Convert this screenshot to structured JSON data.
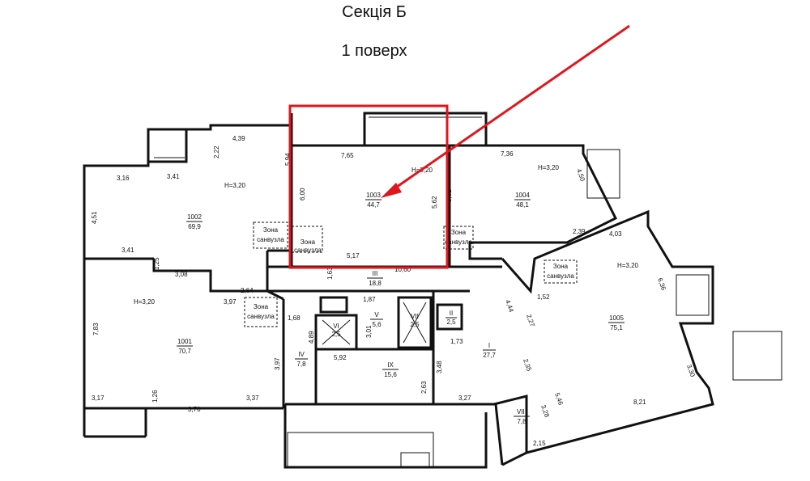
{
  "header": {
    "section": "Секція Б",
    "floor": "1 поверх"
  },
  "colors": {
    "highlight": "#e0161e",
    "line": "#111111"
  },
  "height_label": "H=3,20",
  "zone_label": {
    "line1": "Зона",
    "line2": "санвузла"
  },
  "rooms": [
    {
      "id": "1001",
      "area": "70,7"
    },
    {
      "id": "1002",
      "area": "69,9"
    },
    {
      "id": "1003",
      "area": "44,7"
    },
    {
      "id": "1004",
      "area": "48,1"
    },
    {
      "id": "1005",
      "area": "75,1"
    }
  ],
  "common": [
    {
      "num": "I",
      "area": "27,7"
    },
    {
      "num": "II",
      "area": "2,5"
    },
    {
      "num": "III",
      "area": "18,8"
    },
    {
      "num": "IV",
      "area": "7,8"
    },
    {
      "num": "V",
      "area": "5,6"
    },
    {
      "num": "VI",
      "area": "2,5"
    },
    {
      "num": "VII",
      "area": "2,5"
    },
    {
      "num": "VIII",
      "area": "7,8"
    },
    {
      "num": "IX",
      "area": "15,6"
    }
  ],
  "dims": {
    "d439": "4,39",
    "d222": "2,22",
    "d316": "3,16",
    "d341a": "3,41",
    "d451": "4,51",
    "d341b": "3,41",
    "d125": "1,25",
    "d308": "3,08",
    "d264": "2,64",
    "d397a": "3,97",
    "d783": "7,83",
    "d397b": "3,97",
    "d168": "1,68",
    "d489": "4,89",
    "d317": "3,17",
    "d126": "1,26",
    "d370": "3,70",
    "d337": "3,37",
    "d594": "5,94",
    "d765": "7,65",
    "d600": "6,00",
    "d562": "5,62",
    "d517": "5,17",
    "d1060": "10,60",
    "d163": "1,63",
    "d187": "1,87",
    "d301": "3,01",
    "d592": "5,92",
    "d263": "2,63",
    "d348": "3,48",
    "d173": "1,73",
    "d736": "7,36",
    "d561": "5,61",
    "d450": "4,50",
    "d239": "2,39",
    "d403": "4,03",
    "d152": "1,52",
    "d444": "4,44",
    "d227": "2,27",
    "d235": "2,35",
    "d636": "6,36",
    "d330": "3,30",
    "d327": "3,27",
    "d546": "5,46",
    "d328": "3,28",
    "d215": "2,15",
    "d821": "8,21"
  }
}
